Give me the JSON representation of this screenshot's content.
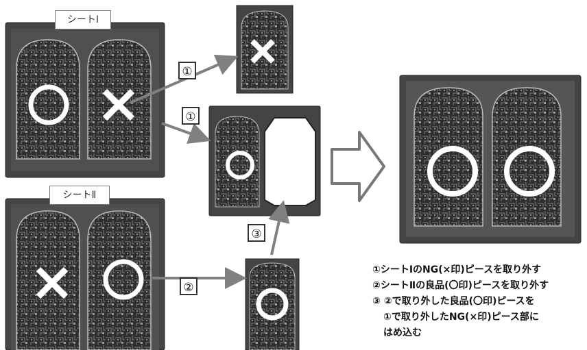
{
  "sheet1_label": "シートⅠ",
  "sheet2_label": "シートⅡ",
  "steps": {
    "s1": "①",
    "s2": "②",
    "s3": "③"
  },
  "notes": [
    "①シートⅠのNG(×印)ピースを取り外す",
    "②シートⅡの良品(〇印)ピースを取り外す",
    "③ ②で取り外した良品(〇印)ピースを",
    "①で取り外したNG(×印)ピース部に",
    "はめ込む"
  ],
  "colors": {
    "board": "#3a3a3a",
    "board_dark": "#2a2a2a",
    "circuit": "#8a8a8a",
    "arrow": "#808080",
    "mark": "#ffffff"
  }
}
